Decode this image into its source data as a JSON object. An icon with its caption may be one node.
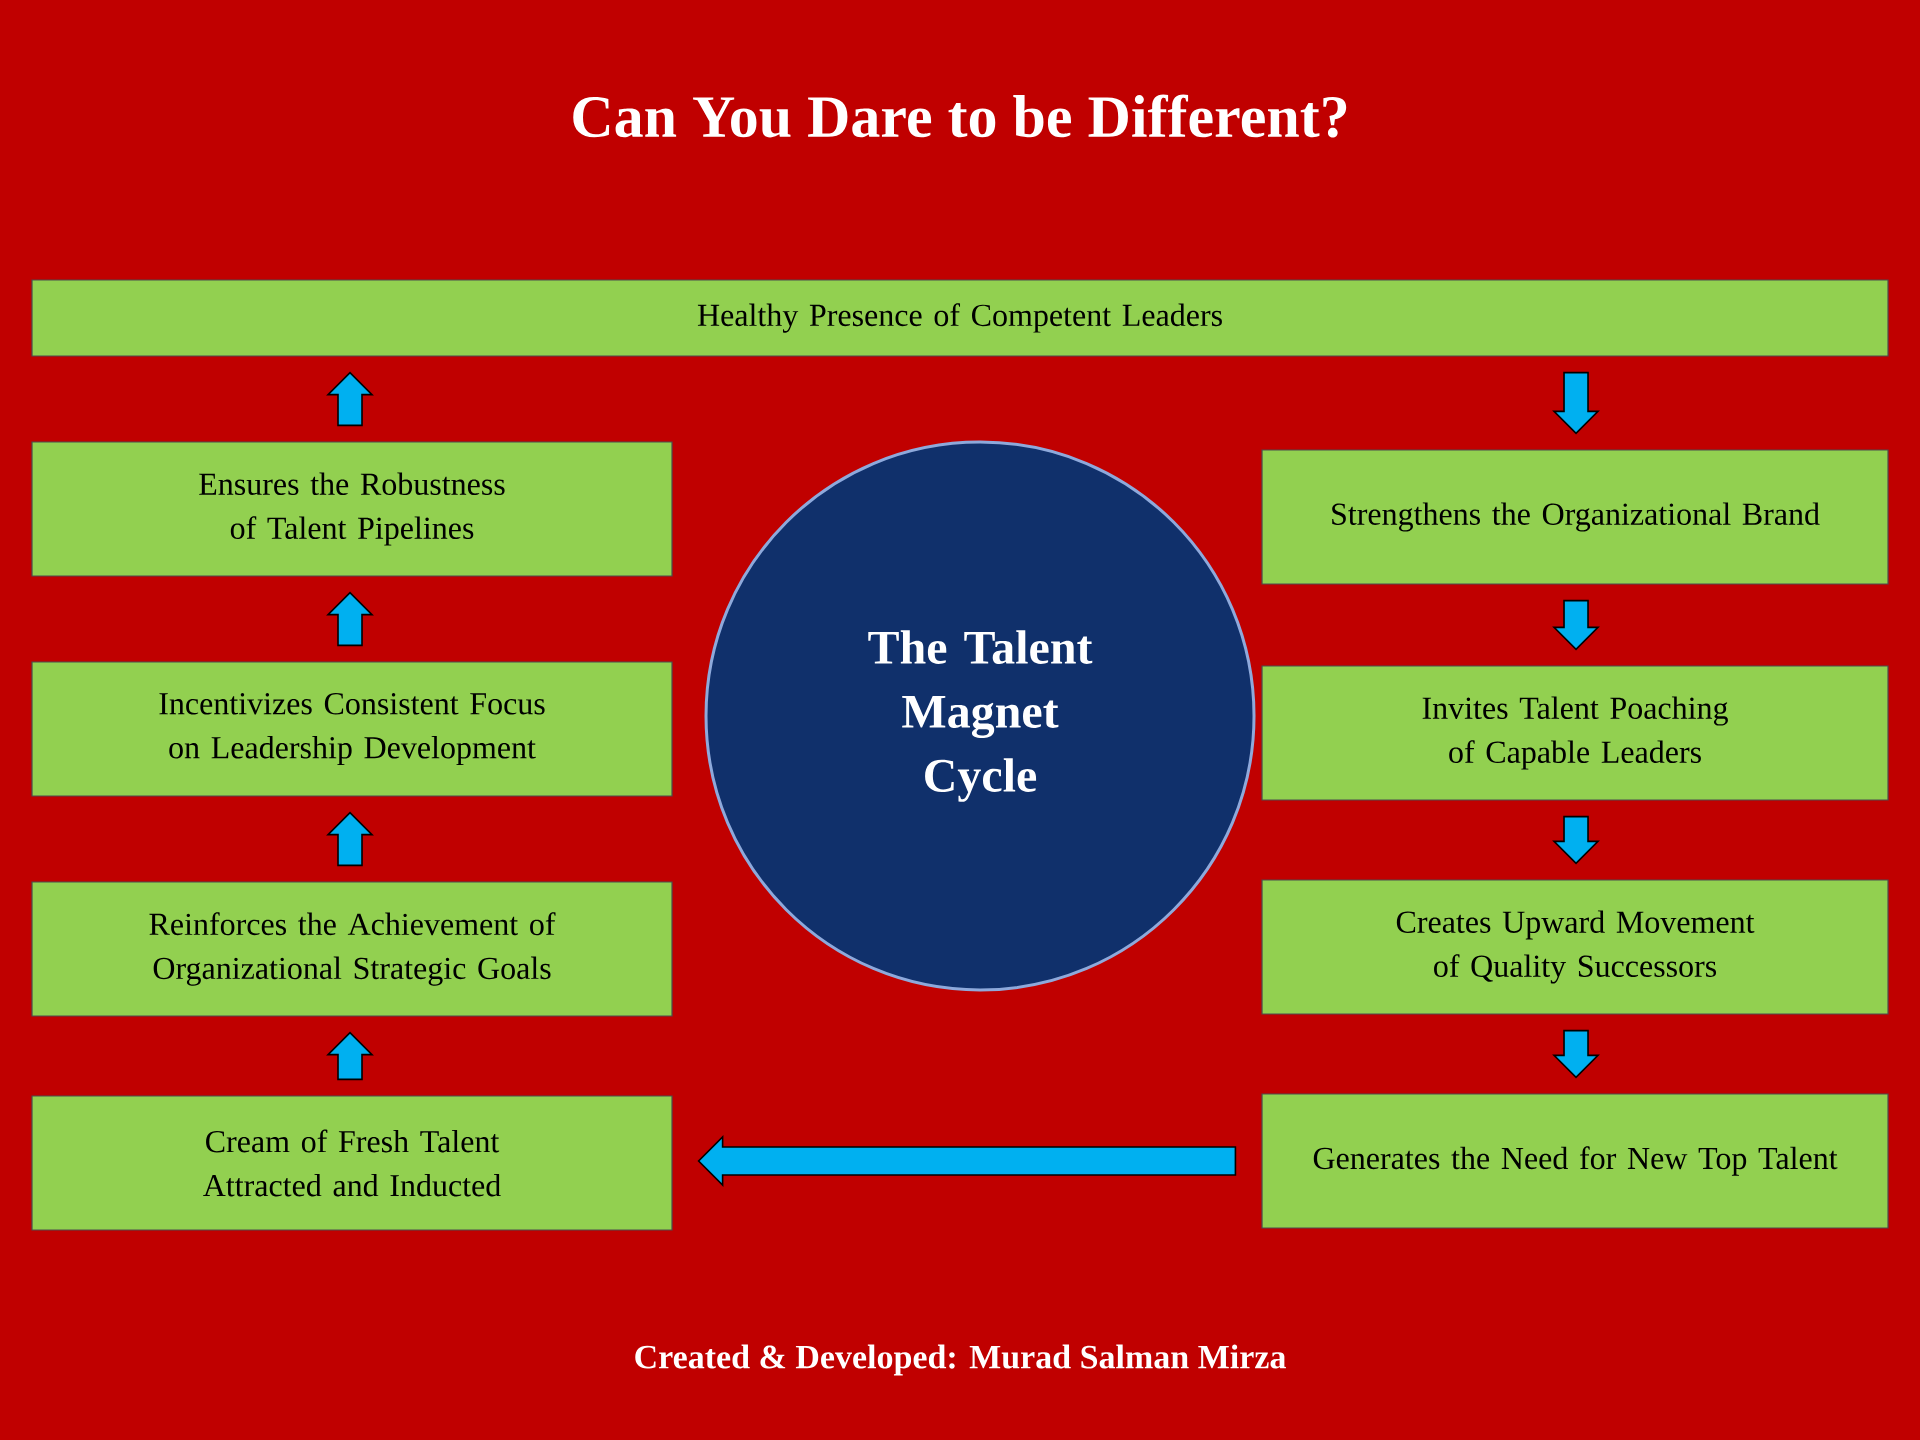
{
  "diagram": {
    "title": "Can You Dare to be Different?",
    "caption": "Created & Developed: Murad Salman Mirza",
    "nodes": [
      {
        "text": [
          "Healthy Presence of Competent Leaders"
        ]
      },
      {
        "text": [
          "Ensures the Robustness of Talent Pipelines"
        ]
      },
      {
        "text": [
          "Incentivizes Consistent Focus on Leadership Development"
        ]
      },
      {
        "text": [
          "Reinforces the Achievement of Organizational Strategic Goals"
        ]
      },
      {
        "text": [
          "Cream of Fresh Talent Attracted and Inducted"
        ]
      },
      {
        "text": [
          "The Talent Magnet Cycle"
        ]
      },
      {
        "text": [
          "Strengthens the Organizational Brand"
        ]
      },
      {
        "text": [
          "Invites Talent Poaching of Capable Leaders"
        ]
      },
      {
        "text": [
          "Creates Upward Movement of Quality Successors"
        ]
      },
      {
        "text": [
          "Generates the Need for New Top Talent"
        ]
      }
    ],
    "edges": [
      {
        "from": 0,
        "to": 6,
        "arrow": "to"
      },
      {
        "from": 6,
        "to": 7,
        "arrow": "to"
      },
      {
        "from": 7,
        "to": 8,
        "arrow": "to"
      },
      {
        "from": 8,
        "to": 9,
        "arrow": "to"
      },
      {
        "from": 9,
        "to": 4,
        "arrow": "to"
      },
      {
        "from": 4,
        "to": 3,
        "arrow": "to"
      },
      {
        "from": 3,
        "to": 2,
        "arrow": "to"
      },
      {
        "from": 2,
        "to": 1,
        "arrow": "to"
      },
      {
        "from": 1,
        "to": 0,
        "arrow": "to"
      }
    ]
  }
}
